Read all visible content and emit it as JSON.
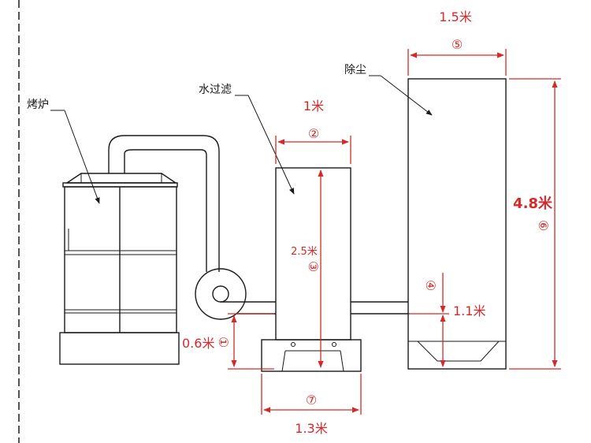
{
  "labels": {
    "oven": "烤炉",
    "water_filter": "水过滤",
    "dust_removal": "除尘"
  },
  "dimensions": {
    "d1": {
      "marker": "①",
      "value": "0.6米"
    },
    "d2": {
      "marker": "②",
      "value": "1米"
    },
    "d3": {
      "marker": "③",
      "value": "2.5米"
    },
    "d4": {
      "marker": "④",
      "value": "1.1米"
    },
    "d5": {
      "marker": "⑤",
      "value": "1.5米"
    },
    "d6": {
      "marker": "⑥",
      "value": "4.8米"
    },
    "d7": {
      "marker": "⑦",
      "value": "1.3米"
    }
  },
  "colors": {
    "dimension": "#d42a2a",
    "line": "#1a1a1a"
  }
}
